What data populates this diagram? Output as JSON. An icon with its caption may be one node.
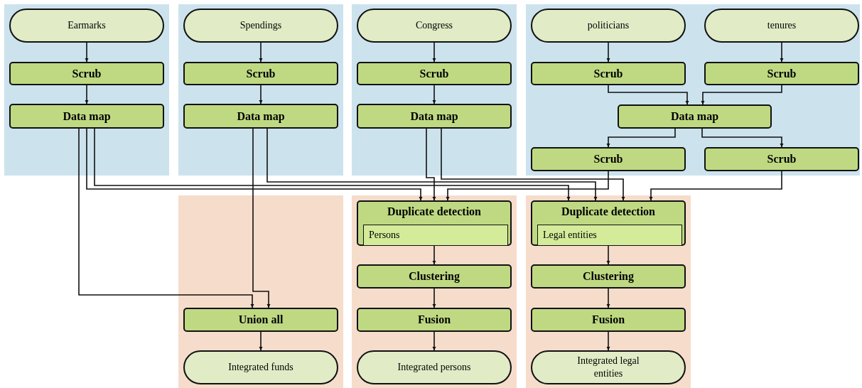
{
  "diagram": {
    "nodes": [
      {
        "text": [],
        "shape": "box"
      },
      {
        "text": [
          "Earmarks"
        ],
        "in": 0
      },
      {
        "text": [
          "Scrub"
        ],
        "in": 0
      },
      {
        "text": [
          "Data map"
        ],
        "in": 0
      },
      {
        "text": [],
        "shape": "box"
      },
      {
        "text": [
          "Spendings"
        ],
        "in": 4
      },
      {
        "text": [
          "Scrub"
        ],
        "in": 4
      },
      {
        "text": [
          "Data map"
        ],
        "in": 4
      },
      {
        "text": [],
        "shape": "box"
      },
      {
        "text": [
          "Congress"
        ],
        "in": 8
      },
      {
        "text": [
          "Scrub"
        ],
        "in": 8
      },
      {
        "text": [
          "Data map"
        ],
        "in": 8
      },
      {
        "text": [],
        "shape": "box"
      },
      {
        "text": [
          "politicians"
        ],
        "in": 12
      },
      {
        "text": [
          "tenures"
        ],
        "in": 12
      },
      {
        "text": [
          "Scrub"
        ],
        "in": 12
      },
      {
        "text": [
          "Scrub"
        ],
        "in": 12
      },
      {
        "text": [
          "Data map"
        ],
        "in": 12
      },
      {
        "text": [
          "Scrub"
        ],
        "in": 12
      },
      {
        "text": [
          "Scrub"
        ],
        "in": 12
      },
      {
        "text": [],
        "shape": "box"
      },
      {
        "text": [
          "Union all"
        ],
        "in": 20
      },
      {
        "text": [
          "Integrated funds"
        ],
        "in": 20
      },
      {
        "text": [],
        "shape": "box"
      },
      {
        "text": [
          "Duplicate detection"
        ],
        "in": 23
      },
      {
        "text": [
          "Persons"
        ],
        "in": 24
      },
      {
        "text": [
          "Clustering"
        ],
        "in": 23
      },
      {
        "text": [
          "Fusion"
        ],
        "in": 23
      },
      {
        "text": [
          "Integrated persons"
        ],
        "in": 23
      },
      {
        "text": [],
        "shape": "box"
      },
      {
        "text": [
          "Duplicate detection"
        ],
        "in": 29
      },
      {
        "text": [
          "Legal entities"
        ],
        "in": 30
      },
      {
        "text": [
          "Clustering"
        ],
        "in": 29
      },
      {
        "text": [
          "Fusion"
        ],
        "in": 29
      },
      {
        "text": [
          "Integrated legal entities"
        ],
        "in": 29
      }
    ],
    "edges": [
      {
        "from": 1,
        "to": 2,
        "arrow": "to"
      },
      {
        "from": 2,
        "to": 3,
        "arrow": "to"
      },
      {
        "from": 5,
        "to": 6,
        "arrow": "to"
      },
      {
        "from": 6,
        "to": 7,
        "arrow": "to"
      },
      {
        "from": 9,
        "to": 10,
        "arrow": "to"
      },
      {
        "from": 10,
        "to": 11,
        "arrow": "to"
      },
      {
        "from": 13,
        "to": 15,
        "arrow": "to"
      },
      {
        "from": 14,
        "to": 16,
        "arrow": "to"
      },
      {
        "from": 15,
        "to": 17,
        "arrow": "to"
      },
      {
        "from": 16,
        "to": 17,
        "arrow": "to"
      },
      {
        "from": 17,
        "to": 18,
        "arrow": "to"
      },
      {
        "from": 17,
        "to": 19,
        "arrow": "to"
      },
      {
        "from": 3,
        "to": 21,
        "arrow": "to"
      },
      {
        "from": 7,
        "to": 21,
        "arrow": "to"
      },
      {
        "from": 3,
        "to": 24,
        "arrow": "to"
      },
      {
        "from": 11,
        "to": 24,
        "arrow": "to"
      },
      {
        "from": 18,
        "to": 24,
        "arrow": "to"
      },
      {
        "from": 3,
        "to": 30,
        "arrow": "to"
      },
      {
        "from": 7,
        "to": 30,
        "arrow": "to"
      },
      {
        "from": 11,
        "to": 30,
        "arrow": "to"
      },
      {
        "from": 19,
        "to": 30,
        "arrow": "to"
      },
      {
        "from": 21,
        "to": 22,
        "arrow": "to"
      },
      {
        "from": 24,
        "to": 26,
        "arrow": "to"
      },
      {
        "from": 26,
        "to": 27,
        "arrow": "to"
      },
      {
        "from": 27,
        "to": 28,
        "arrow": "to"
      },
      {
        "from": 30,
        "to": 32,
        "arrow": "to"
      },
      {
        "from": 32,
        "to": 33,
        "arrow": "to"
      },
      {
        "from": 33,
        "to": 34,
        "arrow": "to"
      }
    ]
  }
}
